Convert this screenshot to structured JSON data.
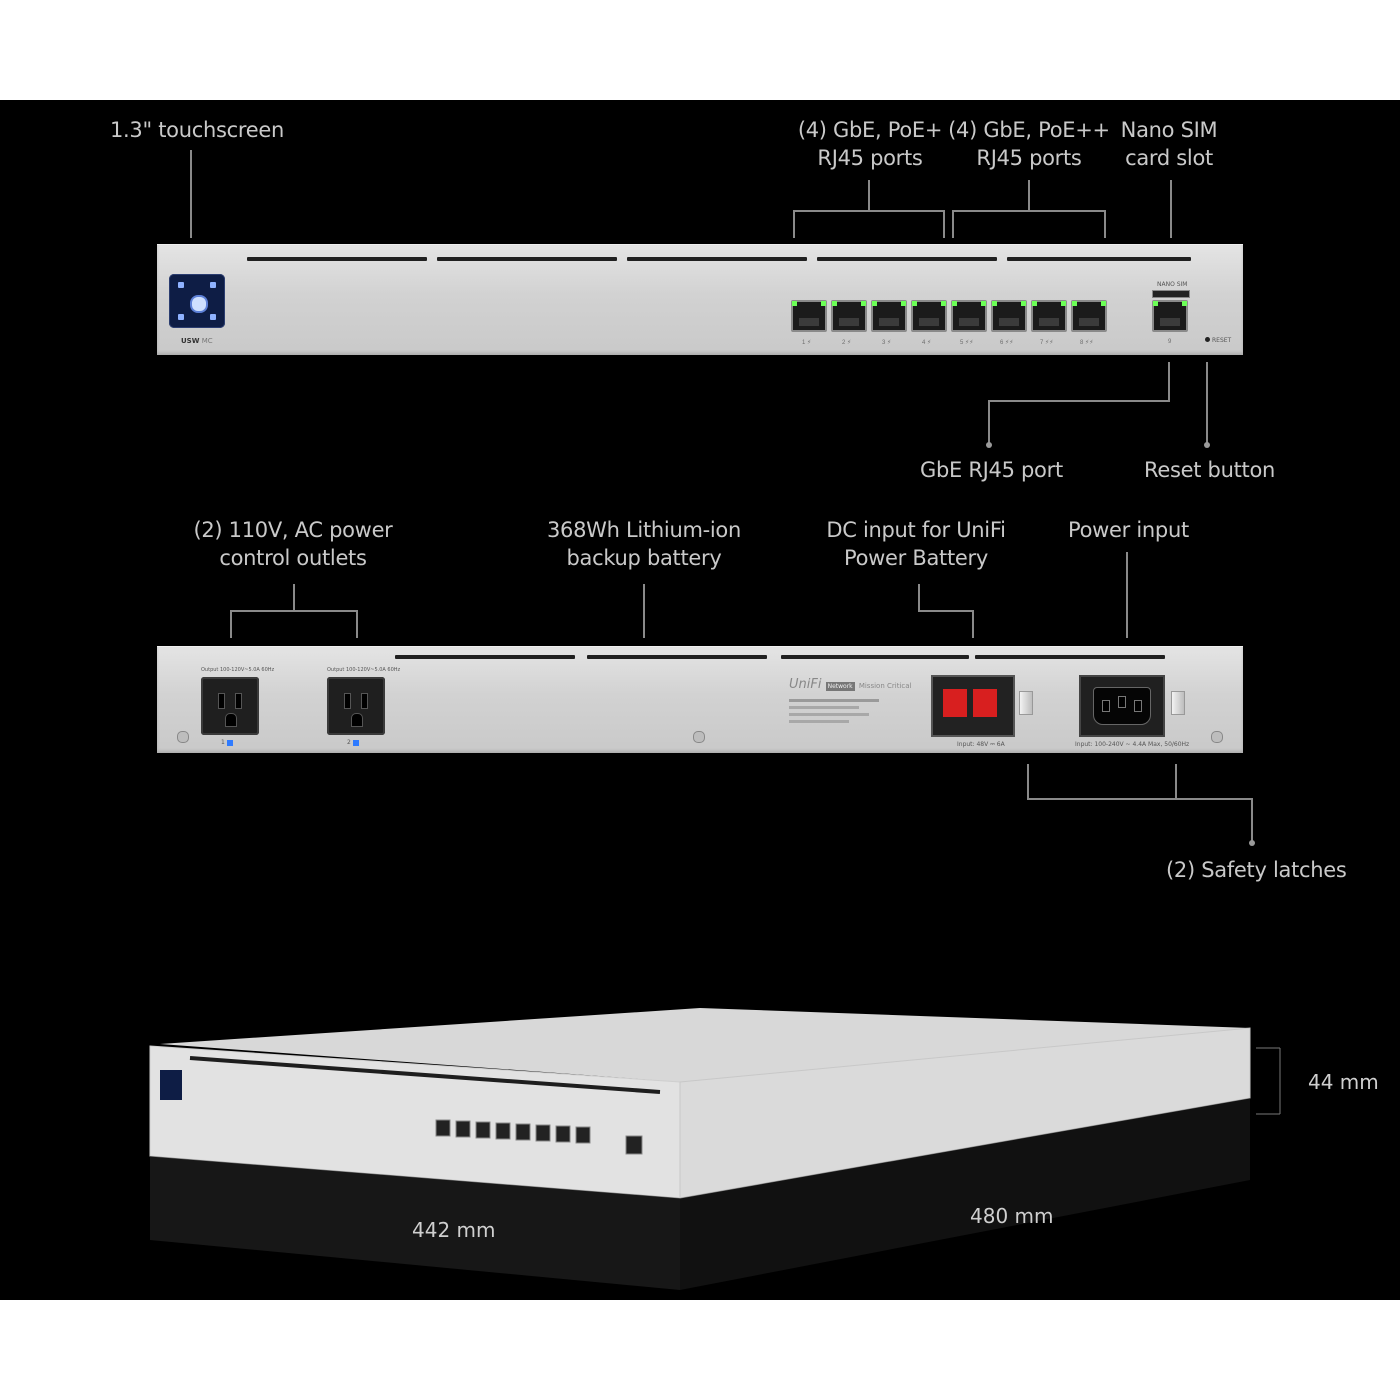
{
  "front": {
    "callouts": {
      "touchscreen": "1.3\" touchscreen",
      "poe_plus_line1": "(4) GbE, PoE+",
      "poe_plus_line2": "RJ45 ports",
      "poe_pp_line1": "(4) GbE, PoE++",
      "poe_pp_line2": "RJ45 ports",
      "sim_line1": "Nano SIM",
      "sim_line2": "card slot",
      "rj45": "GbE RJ45 port",
      "reset": "Reset button"
    },
    "model": "USW",
    "model_suffix": "MC",
    "port_labels": [
      "1 ⚡︎",
      "2 ⚡︎",
      "3 ⚡︎",
      "4 ⚡︎",
      "5 ⚡︎⚡︎",
      "6 ⚡︎⚡︎",
      "7 ⚡︎⚡︎",
      "8 ⚡︎⚡︎"
    ],
    "sim_label": "NANO SIM",
    "port9_label": "9",
    "reset_label": "RESET"
  },
  "rear": {
    "callouts": {
      "outlets_line1": "(2) 110V, AC power",
      "outlets_line2": "control outlets",
      "battery_line1": "368Wh Lithium-ion",
      "battery_line2": "backup battery",
      "dc_line1": "DC input for UniFi",
      "dc_line2": "Power Battery",
      "power": "Power input",
      "latches": "(2) Safety latches"
    },
    "outlet1_label": "Output 100-120V~5.0A 60Hz",
    "outlet2_label": "Output 100-120V~5.0A 60Hz",
    "outlet_nums": [
      "1",
      "2"
    ],
    "brand": "UniFi",
    "brand_tag": "Network",
    "brand_sub": "Mission Critical",
    "dc_rating": "Input: 48V ⎓ 6A",
    "ac_rating": "Input: 100-240V ~ 4.4A Max, 50/60Hz"
  },
  "dimensions": {
    "height": "44 mm",
    "width": "442 mm",
    "depth": "480 mm"
  },
  "colors": {
    "led": "#6cff57",
    "accent_blue": "#2f7bff",
    "dc_red": "#d81f1f"
  }
}
